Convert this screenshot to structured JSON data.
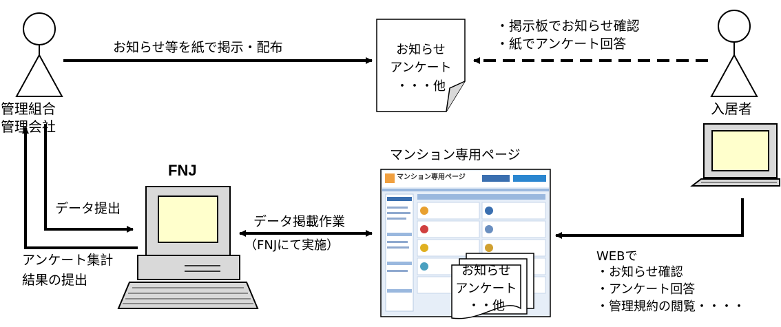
{
  "actors": {
    "management": {
      "line1": "管理組合",
      "line2": "管理会社"
    },
    "resident": {
      "label": "入居者"
    }
  },
  "flows": {
    "post_paper": "お知らせ等を紙で掲示・配布",
    "resident_paper": {
      "line1": "・掲示板でお知らせ確認",
      "line2": "・紙でアンケート回答"
    },
    "data_submit": "データ提出",
    "posting_work": {
      "line1": "データ掲載作業",
      "line2": "（FNJにて実施）"
    },
    "survey_result": {
      "line1": "アンケート集計",
      "line2": "結果の提出"
    },
    "web": {
      "title": "WEBで",
      "items": [
        "・お知らせ確認",
        "・アンケート回答",
        "・管理規約の閲覧・・・・"
      ]
    }
  },
  "documents": {
    "paper_doc": {
      "line1": "お知らせ",
      "line2": "アンケート",
      "line3": "・・・他"
    },
    "web_doc": {
      "line1": "お知らせ",
      "line2": "アンケート",
      "line3": "・・他"
    }
  },
  "fnj": {
    "label": "FNJ"
  },
  "portal": {
    "caption": "マンション専用ページ",
    "header_title": "マンション専用ページ"
  }
}
